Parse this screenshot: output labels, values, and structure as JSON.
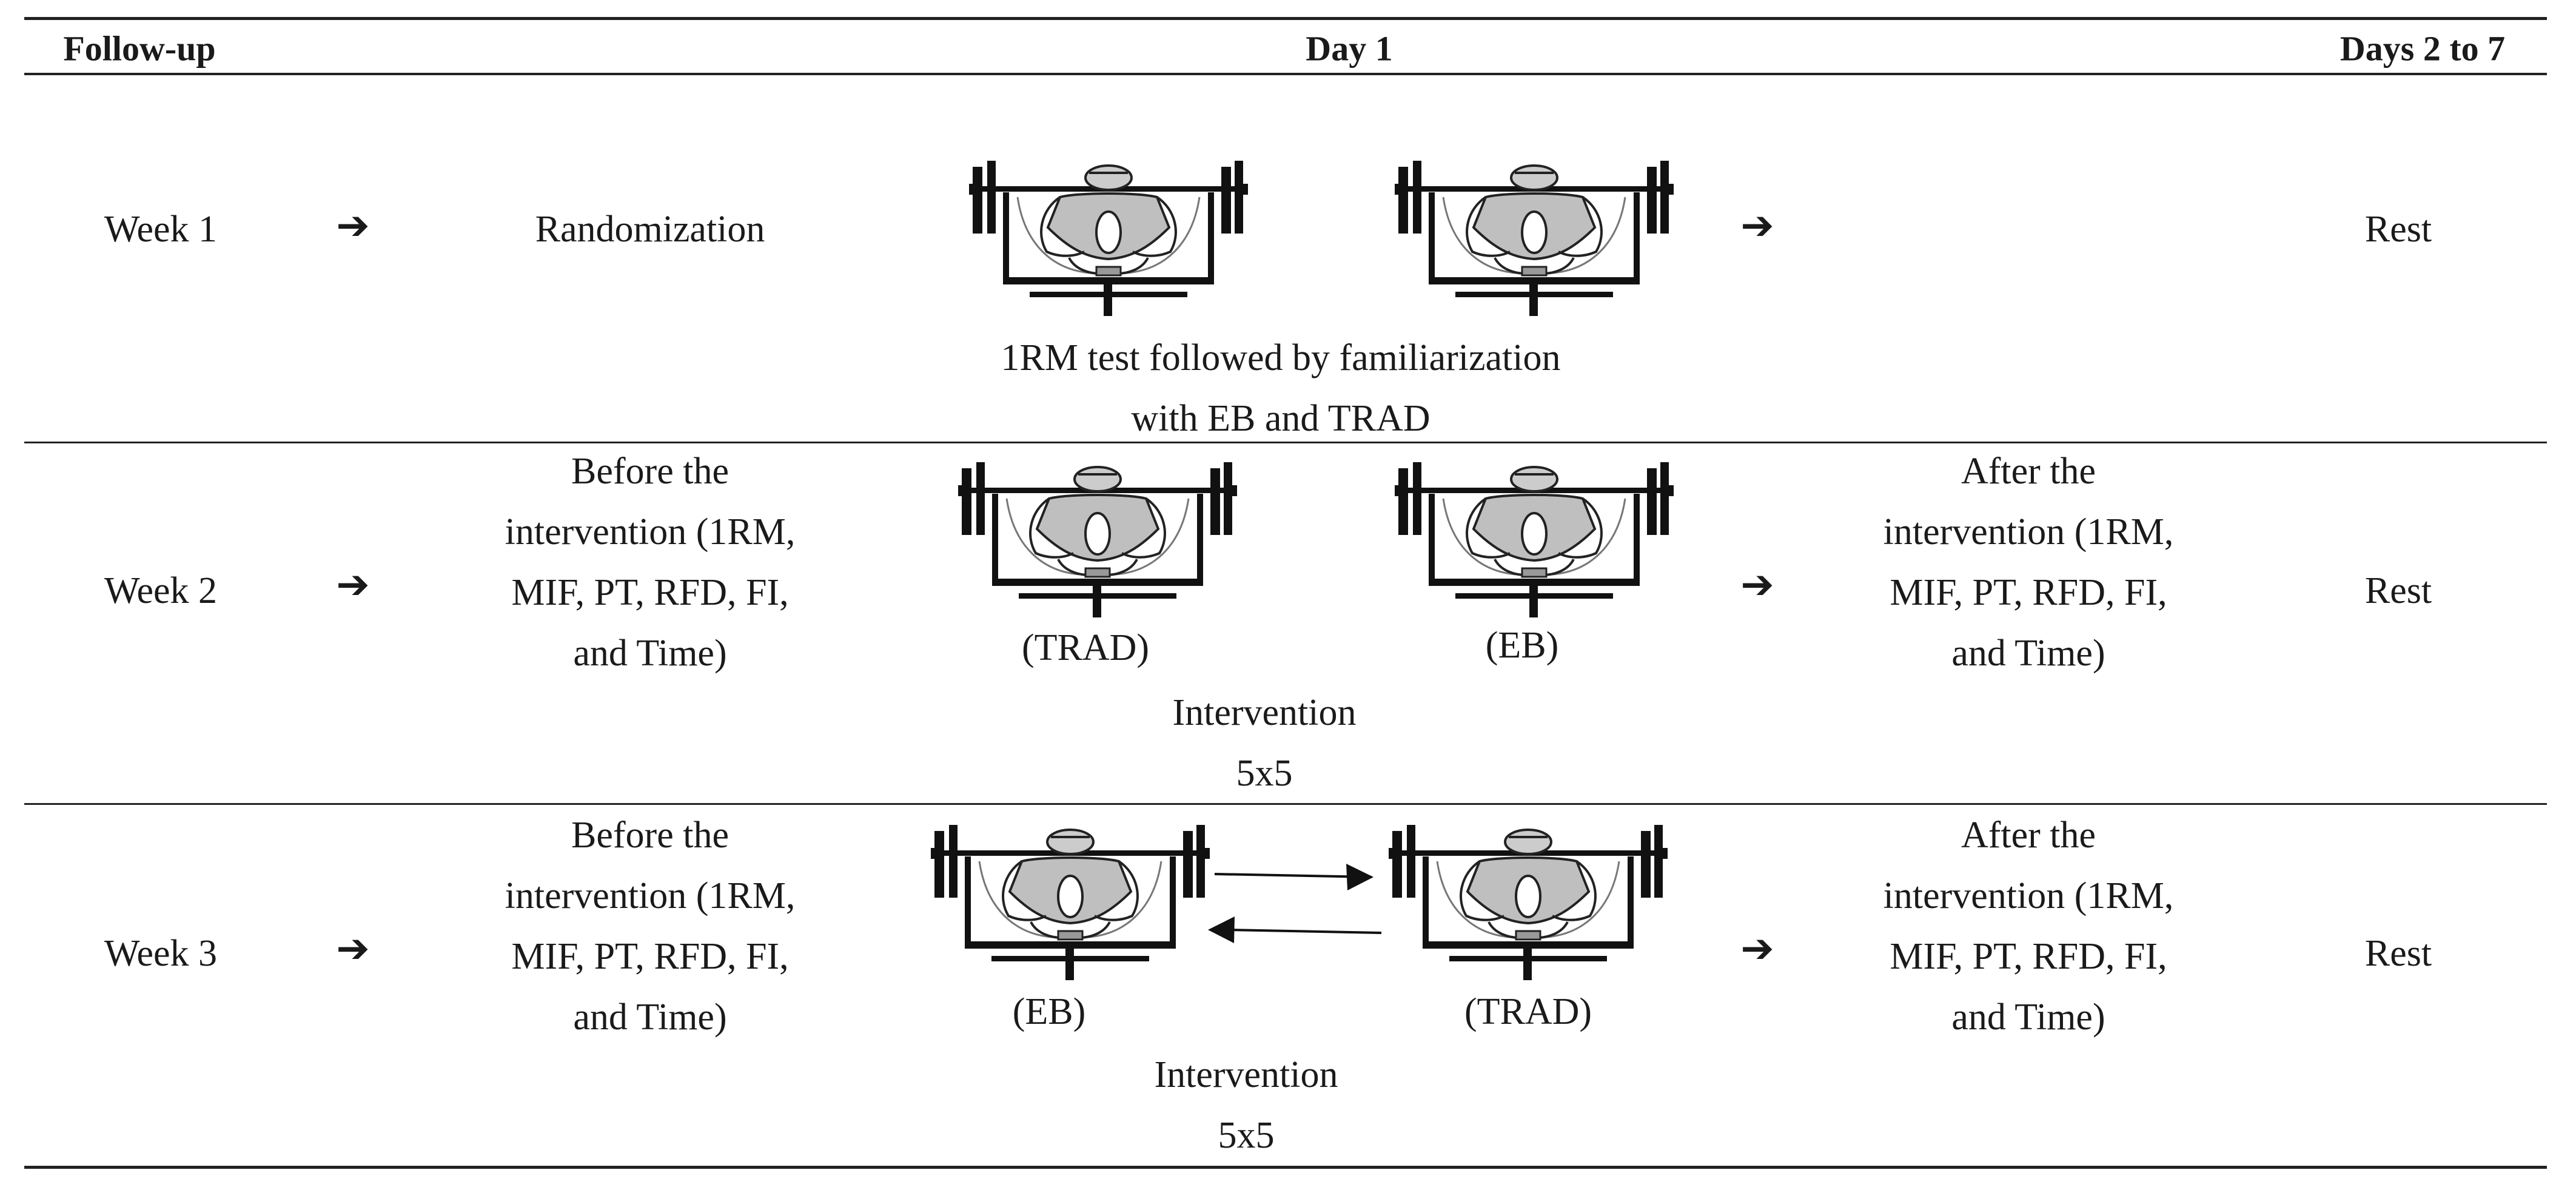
{
  "header": {
    "col_follow_up": "Follow-up",
    "col_day1": "Day 1",
    "col_days_2_7": "Days 2 to 7"
  },
  "rows": [
    {
      "week": "Week 1",
      "before": "Randomization",
      "left_label": "",
      "right_label": "",
      "caption": "1RM test followed by familiarization\nwith EB and TRAD",
      "after": "",
      "rest": "Rest"
    },
    {
      "week": "Week 2",
      "before": "Before the\nintervention (1RM,\nMIF, PT, RFD, FI,\nand Time)",
      "left_label": "(TRAD)",
      "right_label": "(EB)",
      "caption": "Intervention\n5x5",
      "after": "After the\nintervention (1RM,\nMIF, PT, RFD, FI,\nand Time)",
      "rest": "Rest"
    },
    {
      "week": "Week 3",
      "before": "Before the\nintervention (1RM,\nMIF, PT, RFD, FI,\nand Time)",
      "left_label": "(EB)",
      "right_label": "(TRAD)",
      "caption": "Intervention\n5x5",
      "after": "After the\nintervention (1RM,\nMIF, PT, RFD, FI,\nand Time)",
      "rest": "Rest"
    }
  ],
  "arrow_glyph": "➔",
  "icons": {
    "flow_arrow": "right-arrow-icon",
    "exercise": "bench-press-icon",
    "crossover": "crossover-arrows-icon"
  }
}
